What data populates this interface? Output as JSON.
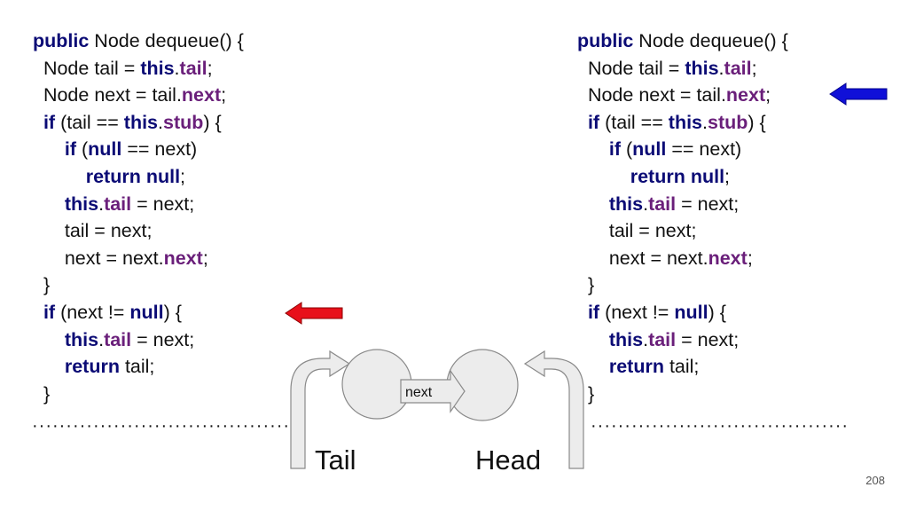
{
  "code_left": [
    [
      {
        "t": "public",
        "c": "kw"
      },
      {
        "t": " Node dequeue() {"
      }
    ],
    [
      {
        "t": "  Node tail = "
      },
      {
        "t": "this",
        "c": "kw"
      },
      {
        "t": "."
      },
      {
        "t": "tail",
        "c": "fld"
      },
      {
        "t": ";"
      }
    ],
    [
      {
        "t": "  Node next = tail."
      },
      {
        "t": "next",
        "c": "fld"
      },
      {
        "t": ";"
      }
    ],
    [
      {
        "t": "  "
      },
      {
        "t": "if",
        "c": "kw"
      },
      {
        "t": " (tail == "
      },
      {
        "t": "this",
        "c": "kw"
      },
      {
        "t": "."
      },
      {
        "t": "stub",
        "c": "fld"
      },
      {
        "t": ") {"
      }
    ],
    [
      {
        "t": "      "
      },
      {
        "t": "if",
        "c": "kw"
      },
      {
        "t": " ("
      },
      {
        "t": "null",
        "c": "kw"
      },
      {
        "t": " == next)"
      }
    ],
    [
      {
        "t": "          "
      },
      {
        "t": "return null",
        "c": "kw"
      },
      {
        "t": ";"
      }
    ],
    [
      {
        "t": "      "
      },
      {
        "t": "this",
        "c": "kw"
      },
      {
        "t": "."
      },
      {
        "t": "tail",
        "c": "fld"
      },
      {
        "t": " = next;"
      }
    ],
    [
      {
        "t": "      tail = next;"
      }
    ],
    [
      {
        "t": "      next = next."
      },
      {
        "t": "next",
        "c": "fld"
      },
      {
        "t": ";"
      }
    ],
    [
      {
        "t": "  }"
      }
    ],
    [
      {
        "t": "  "
      },
      {
        "t": "if",
        "c": "kw"
      },
      {
        "t": " (next != "
      },
      {
        "t": "null",
        "c": "kw"
      },
      {
        "t": ") {"
      }
    ],
    [
      {
        "t": "      "
      },
      {
        "t": "this",
        "c": "kw"
      },
      {
        "t": "."
      },
      {
        "t": "tail",
        "c": "fld"
      },
      {
        "t": " = next;"
      }
    ],
    [
      {
        "t": "      "
      },
      {
        "t": "return",
        "c": "kw"
      },
      {
        "t": " tail;"
      }
    ],
    [
      {
        "t": "  }"
      }
    ]
  ],
  "code_right": [
    [
      {
        "t": "public",
        "c": "kw"
      },
      {
        "t": " Node dequeue() {"
      }
    ],
    [
      {
        "t": "  Node tail = "
      },
      {
        "t": "this",
        "c": "kw"
      },
      {
        "t": "."
      },
      {
        "t": "tail",
        "c": "fld"
      },
      {
        "t": ";"
      }
    ],
    [
      {
        "t": "  Node next = tail."
      },
      {
        "t": "next",
        "c": "fld"
      },
      {
        "t": ";"
      }
    ],
    [
      {
        "t": "  "
      },
      {
        "t": "if",
        "c": "kw"
      },
      {
        "t": " (tail == "
      },
      {
        "t": "this",
        "c": "kw"
      },
      {
        "t": "."
      },
      {
        "t": "stub",
        "c": "fld"
      },
      {
        "t": ") {"
      }
    ],
    [
      {
        "t": "      "
      },
      {
        "t": "if",
        "c": "kw"
      },
      {
        "t": " ("
      },
      {
        "t": "null",
        "c": "kw"
      },
      {
        "t": " == next)"
      }
    ],
    [
      {
        "t": "          "
      },
      {
        "t": "return null",
        "c": "kw"
      },
      {
        "t": ";"
      }
    ],
    [
      {
        "t": "      "
      },
      {
        "t": "this",
        "c": "kw"
      },
      {
        "t": "."
      },
      {
        "t": "tail",
        "c": "fld"
      },
      {
        "t": " = next;"
      }
    ],
    [
      {
        "t": "      tail = next;"
      }
    ],
    [
      {
        "t": "      next = next."
      },
      {
        "t": "next",
        "c": "fld"
      },
      {
        "t": ";"
      }
    ],
    [
      {
        "t": "  }"
      }
    ],
    [
      {
        "t": "  "
      },
      {
        "t": "if",
        "c": "kw"
      },
      {
        "t": " (next != "
      },
      {
        "t": "null",
        "c": "kw"
      },
      {
        "t": ") {"
      }
    ],
    [
      {
        "t": "      "
      },
      {
        "t": "this",
        "c": "kw"
      },
      {
        "t": "."
      },
      {
        "t": "tail",
        "c": "fld"
      },
      {
        "t": " = next;"
      }
    ],
    [
      {
        "t": "      "
      },
      {
        "t": "return",
        "c": "kw"
      },
      {
        "t": " tail;"
      }
    ],
    [
      {
        "t": "  }"
      }
    ]
  ],
  "diagram": {
    "node_link_label": "next",
    "tail_label": "Tail",
    "head_label": "Head"
  },
  "markers": {
    "left_arrow_color": "#e8101a",
    "right_arrow_color": "#1010d8"
  },
  "separator_dots": "································································",
  "page_number": "208"
}
